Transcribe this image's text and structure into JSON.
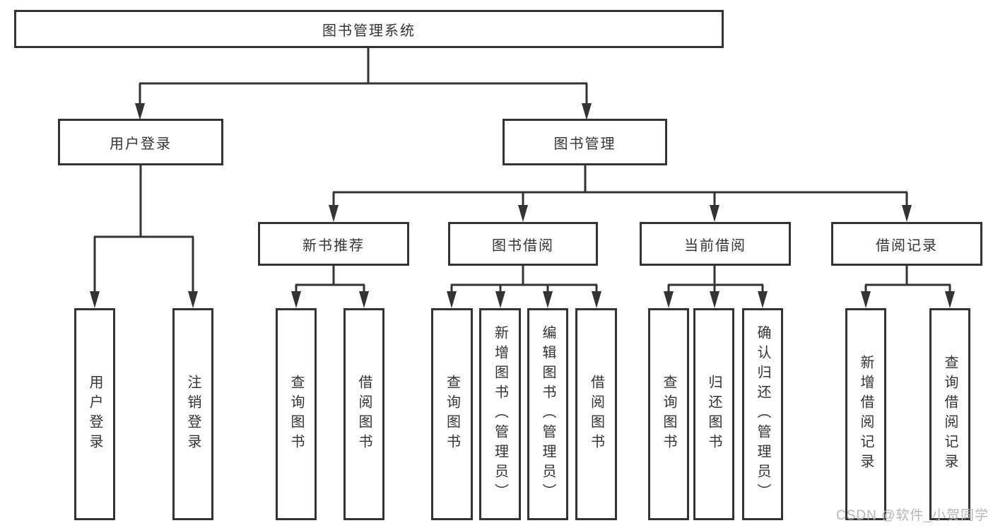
{
  "diagram": {
    "root_label": "图书管理系统",
    "branches": [
      {
        "label": "用户登录",
        "children": [
          "用户登录",
          "注销登录"
        ]
      },
      {
        "label": "图书管理",
        "groups": [
          {
            "label": "新书推荐",
            "children": [
              "查询图书",
              "借阅图书"
            ]
          },
          {
            "label": "图书借阅",
            "children": [
              "查询图书",
              "新增图书（管理员）",
              "编辑图书（管理员）",
              "借阅图书"
            ]
          },
          {
            "label": "当前借阅",
            "children": [
              "查询图书",
              "归还图书",
              "确认归还（管理员）"
            ]
          },
          {
            "label": "借阅记录",
            "children": [
              "新增借阅记录",
              "查询借阅记录"
            ]
          }
        ]
      }
    ]
  },
  "watermark": {
    "text": "CSDN @软件_小贺同学",
    "color": "#b6b6b6"
  },
  "colors": {
    "background": "#ffffff",
    "line": "#333333",
    "box_border": "#333333",
    "text": "#333333"
  }
}
